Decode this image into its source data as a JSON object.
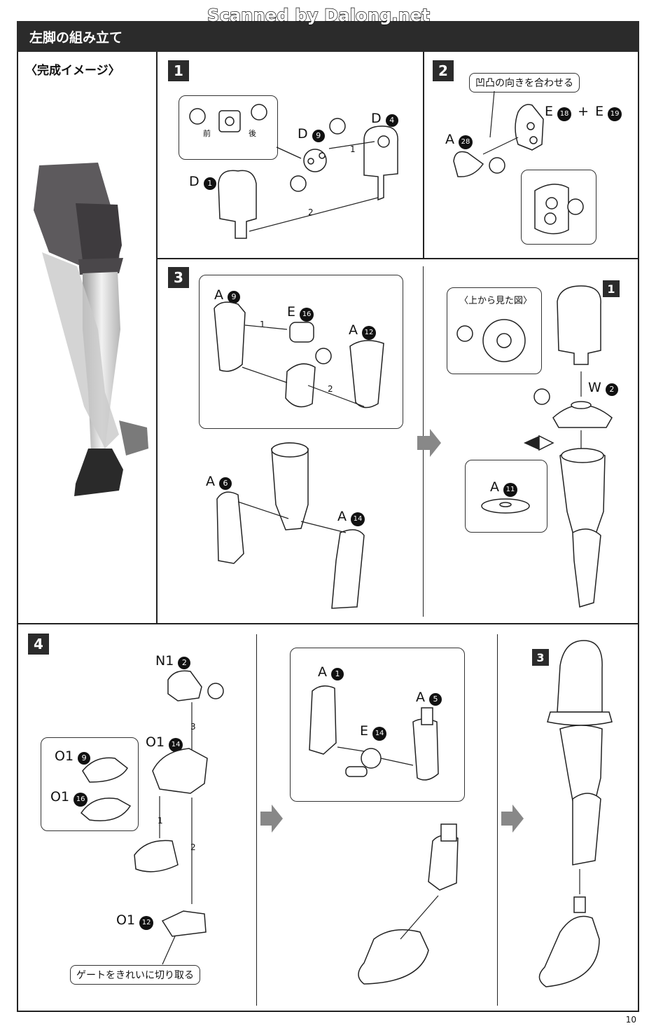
{
  "watermark": "Scanned by Dalong.net",
  "header": {
    "title": "左脚の組み立て"
  },
  "completed": {
    "label": "〈完成イメージ〉"
  },
  "steps": {
    "s1": "1",
    "s2": "2",
    "s3": "3",
    "s4": "4",
    "sub1": "1",
    "sub2": "2",
    "sub3": "3"
  },
  "step1": {
    "parts": {
      "d9": "D",
      "d9n": "9",
      "d4": "D",
      "d4n": "4",
      "d1": "D",
      "d1n": "1"
    },
    "front": "前",
    "back": "後",
    "arrow1": "1",
    "arrow2": "2"
  },
  "step2": {
    "note": "凹凸の向きを合わせる",
    "a28": "A",
    "a28n": "28",
    "e18": "E",
    "e18n": "18",
    "plus": "+",
    "e19": "E",
    "e19n": "19"
  },
  "step3": {
    "a9": "A",
    "a9n": "9",
    "e16": "E",
    "e16n": "16",
    "a12": "A",
    "a12n": "12",
    "a6": "A",
    "a6n": "6",
    "a14": "A",
    "a14n": "14",
    "arrow1": "1",
    "arrow2": "2"
  },
  "step3b": {
    "topview": "〈上から見た図〉",
    "w2": "W",
    "w2n": "2",
    "a11": "A",
    "a11n": "11"
  },
  "step4": {
    "n12": "N1",
    "n12n": "2",
    "o114": "O1",
    "o114n": "14",
    "o19": "O1",
    "o19n": "9",
    "o116": "O1",
    "o116n": "16",
    "o112": "O1",
    "o112n": "12",
    "gate": "ゲートをきれいに切り取る",
    "arrow1": "1",
    "arrow2": "2",
    "arrow3": "3"
  },
  "step4b": {
    "a1": "A",
    "a1n": "1",
    "a5": "A",
    "a5n": "5",
    "e14": "E",
    "e14n": "14"
  },
  "page": "10"
}
